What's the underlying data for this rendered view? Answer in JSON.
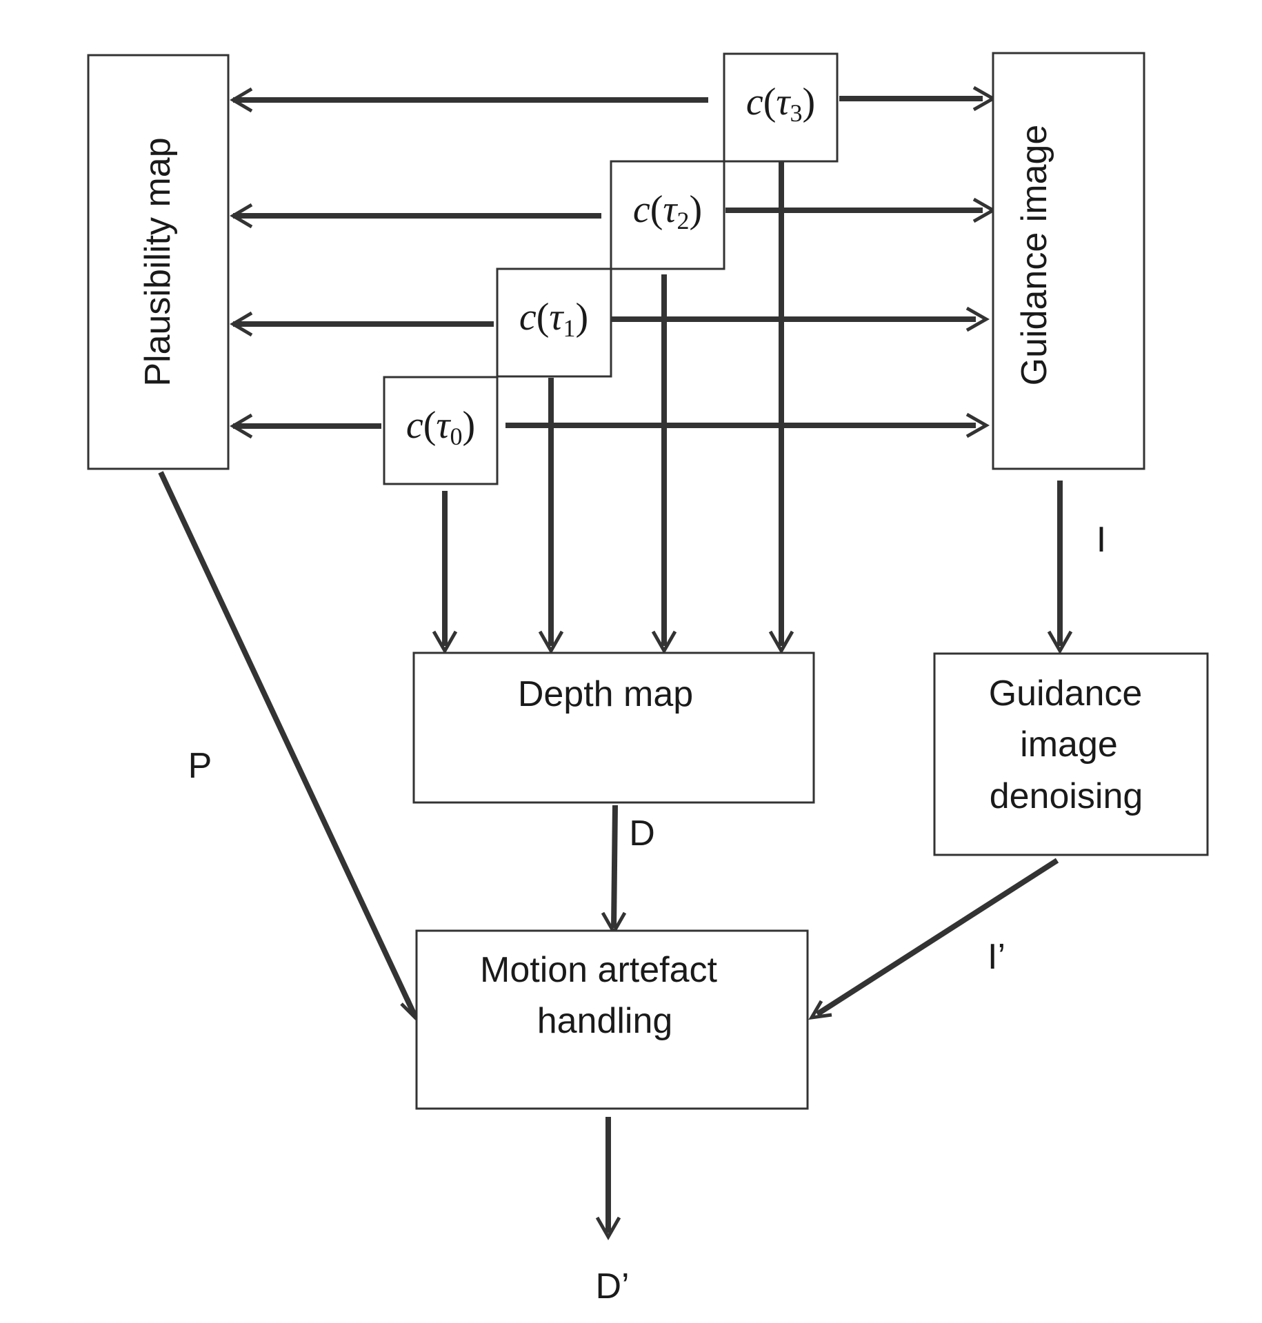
{
  "blocks": {
    "plausibility_map": "Plausibility map",
    "guidance_image": "Guidance image",
    "depth_map": "Depth map",
    "guidance_denoising": [
      "Guidance",
      "image",
      "denoising"
    ],
    "motion_handling": [
      "Motion artefact",
      "handling"
    ]
  },
  "correlations": [
    {
      "fn": "c",
      "open": "(",
      "sym": "τ",
      "sub": "0",
      "close": ")"
    },
    {
      "fn": "c",
      "open": "(",
      "sym": "τ",
      "sub": "1",
      "close": ")"
    },
    {
      "fn": "c",
      "open": "(",
      "sym": "τ",
      "sub": "2",
      "close": ")"
    },
    {
      "fn": "c",
      "open": "(",
      "sym": "τ",
      "sub": "3",
      "close": ")"
    }
  ],
  "signals": {
    "p": "P",
    "i": "I",
    "d": "D",
    "i_prime": "I’",
    "d_prime": "D’"
  }
}
